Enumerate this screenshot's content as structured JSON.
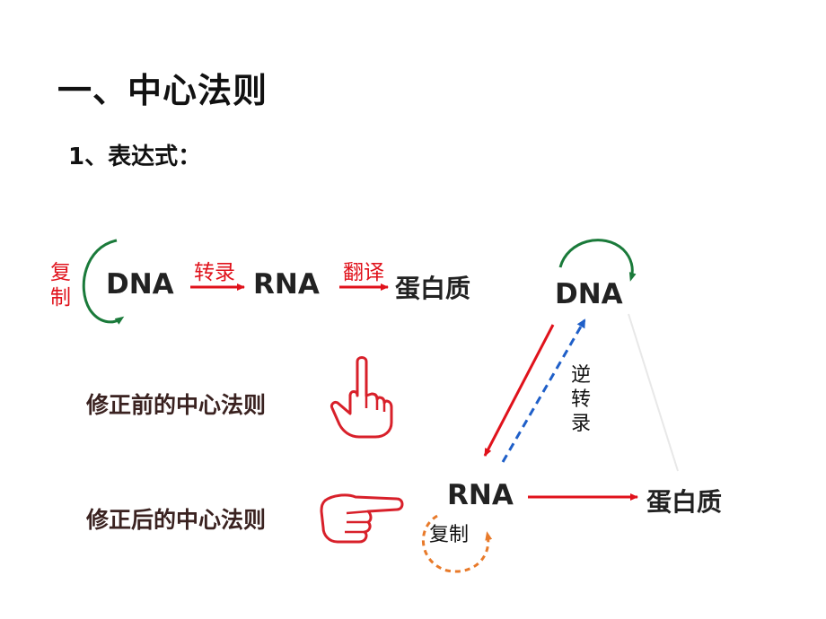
{
  "title": "一、中心法则",
  "subtitle": "1、表达式：",
  "old_dogma": {
    "dna": "DNA",
    "rna": "RNA",
    "protein": "蛋白质",
    "replication_char1": "复",
    "replication_char2": "制",
    "transcription": "转录",
    "translation": "翻译",
    "caption": "修正前的中心法则"
  },
  "new_dogma": {
    "dna": "DNA",
    "rna": "RNA",
    "protein": "蛋白质",
    "reverse_char1": "逆",
    "reverse_char2": "转",
    "reverse_char3": "录",
    "rna_replication": "复制",
    "caption": "修正后的中心法则"
  },
  "colors": {
    "red": "#e0121b",
    "green": "#1a7a3a",
    "blue": "#1f5fc8",
    "orange": "#e87a2a",
    "caption": "#3a2220"
  },
  "icons": [
    "hand-pointing-up-icon",
    "hand-pointing-right-icon"
  ]
}
